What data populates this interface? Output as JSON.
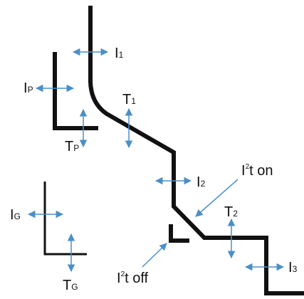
{
  "colors": {
    "curve": "#111111",
    "arrow": "#4a8fc7",
    "text": "#111111",
    "background": "#ffffff"
  },
  "labels": {
    "i1": {
      "main": "I",
      "sub": "1"
    },
    "ip": {
      "main": "I",
      "sub": "P"
    },
    "t1": {
      "main": "T",
      "sub": "1"
    },
    "tp": {
      "main": "T",
      "sub": "P"
    },
    "i2": {
      "main": "I",
      "sub": "2"
    },
    "i2t_on": {
      "main": "I",
      "sup": "2",
      "rest": "t on"
    },
    "t2": {
      "main": "T",
      "sub": "2"
    },
    "ig": {
      "main": "I",
      "sub": "G"
    },
    "tg": {
      "main": "T",
      "sub": "G"
    },
    "i2t_off": {
      "main": "I",
      "sup": "2",
      "rest": "t off"
    },
    "i3": {
      "main": "I",
      "sub": "3"
    }
  }
}
